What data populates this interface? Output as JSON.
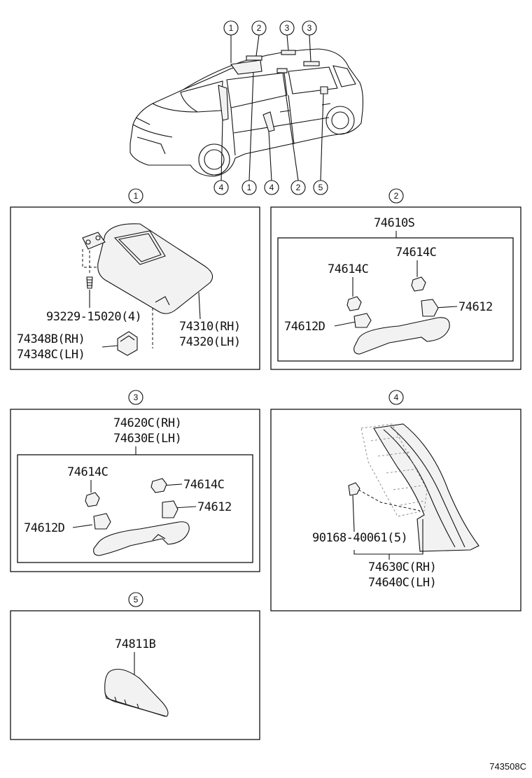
{
  "callouts_top": [
    "1",
    "2",
    "3",
    "3"
  ],
  "callouts_bottom": [
    "4",
    "1",
    "4",
    "2",
    "5"
  ],
  "sections": [
    {
      "number": "1",
      "labels": [
        "93229-15020(4)",
        "74310(RH)",
        "74320(LH)",
        "74348B(RH)",
        "74348C(LH)"
      ]
    },
    {
      "number": "2",
      "labels": [
        "74610S",
        "74614C",
        "74614C",
        "74612",
        "74612D"
      ]
    },
    {
      "number": "3",
      "labels": [
        "74620C(RH)",
        "74630E(LH)",
        "74614C",
        "74614C",
        "74612",
        "74612D"
      ]
    },
    {
      "number": "4",
      "labels": [
        "90168-40061(5)",
        "74630C(RH)",
        "74640C(LH)"
      ]
    },
    {
      "number": "5",
      "labels": [
        "74811B"
      ]
    }
  ],
  "doc_id": "743508C"
}
